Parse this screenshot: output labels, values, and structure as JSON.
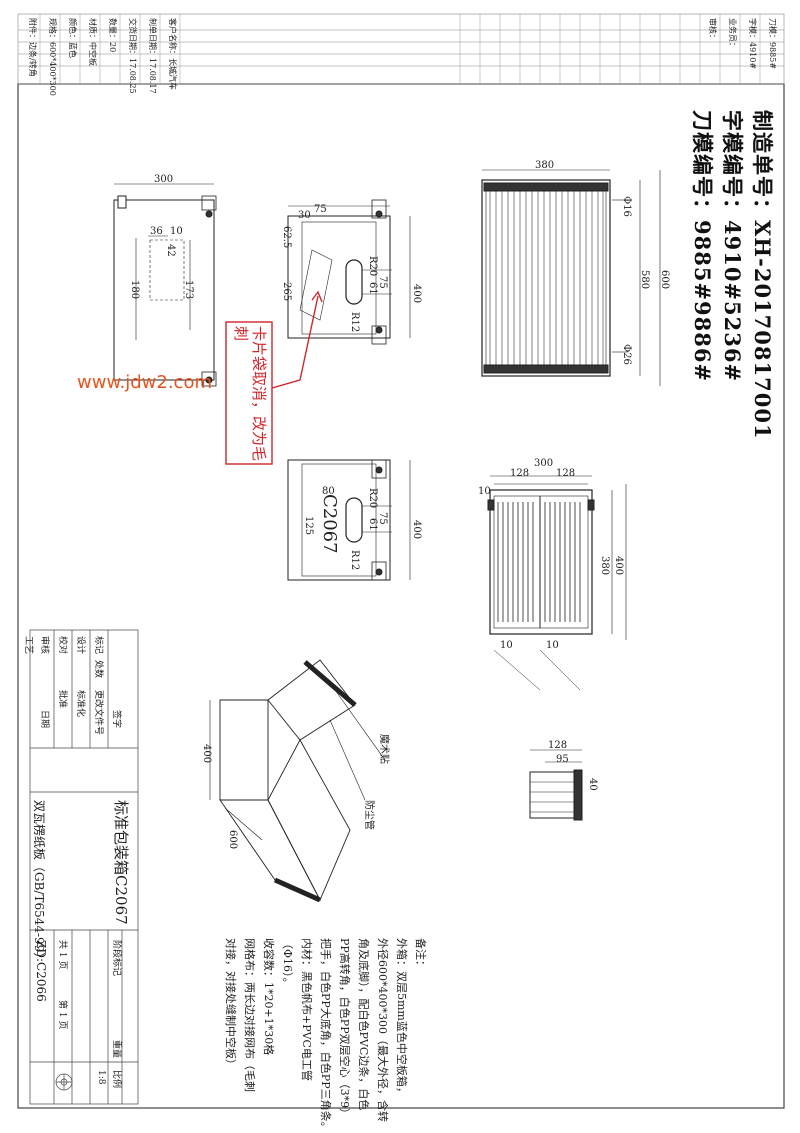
{
  "header": {
    "order_no": "制造单号：XH-20170817001",
    "char_mold": "字模编号：4910#5236#",
    "knife_mold": "刀模编号：9885#9886#"
  },
  "watermark": "www.jdw2.com",
  "annotation": "卡片袋取消，改为毛刺",
  "labels": {
    "magic_sticker": "魔术贴",
    "dust_pipe": "防尘管",
    "code": "C2067"
  },
  "dims": {
    "top_view_380": "380",
    "top_view_580": "580",
    "top_view_600": "600",
    "phi16": "Φ16",
    "phi26": "Φ26",
    "side_300": "300",
    "side_128a": "128",
    "side_128b": "128",
    "side_400": "400",
    "side_380": "380",
    "side_10a": "10",
    "side_10b": "10",
    "side_10c": "10",
    "end_128": "128",
    "end_95": "95",
    "end_40": "40",
    "panel1_300": "300",
    "panel1_36": "36",
    "panel1_10": "10",
    "panel1_42": "42",
    "panel1_180": "180",
    "panel1_173": "173",
    "panel2_75": "75",
    "panel2_30": "30",
    "panel2_62_5": "62.5",
    "panel2_265": "265",
    "panel2_400": "400",
    "panel2_r20": "R20",
    "panel2_75b": "75",
    "panel2_61": "61",
    "panel2_r12": "R12",
    "panel3_80": "80",
    "panel3_125": "125",
    "panel3_400": "400",
    "panel3_r20": "R20",
    "panel3_75": "75",
    "panel3_61": "61",
    "panel3_r12": "R12",
    "iso_400": "400",
    "iso_600": "600"
  },
  "notes": [
    "备注：",
    "外箱：双层5mm蓝色中空板箱，",
    "外径600*400*300（最大外径，含转",
    "角及底脚），配白色PVC边条，白色",
    "PP高转角，白色PP双层空心（3*9）",
    "把手，白色PP大底角，白色PP三角条。",
    "内材：黑色帆布+PVC电工管",
    "（Φ16）。",
    "收容数：1*20+1*30格",
    "网格布：两长边对接网布（毛刺",
    "对接，对接处缝制中空板）"
  ],
  "title_block": {
    "product": "标准包装箱C2067",
    "material": "双瓦楞纸板（GB/T6544-99）",
    "drawing_no": "ZD:C2066",
    "scale": "1:8",
    "design": "设计",
    "check": "校对",
    "review": "审核",
    "process": "工艺",
    "standard": "标准化",
    "approve": "批准",
    "date": "日期",
    "sheet_total": "共 1 页",
    "sheet_no": "第 1 页",
    "mark": "标记",
    "quantity": "处数",
    "change_doc": "更改文件号",
    "sign": "签字",
    "stage_mark": "阶段标记",
    "weight": "重量",
    "ratio": "比例"
  },
  "left_table": {
    "rows": [
      "客户名称：长城汽车",
      "制单日期：17.08.17",
      "交货日期：17.08.25",
      "数量：20",
      "材质：中空板",
      "颜色：蓝色",
      "规格：600*400*300",
      "附件：边条/转角",
      "刀模：9885#",
      "字模：4910#",
      "业务员：",
      "审核："
    ]
  }
}
